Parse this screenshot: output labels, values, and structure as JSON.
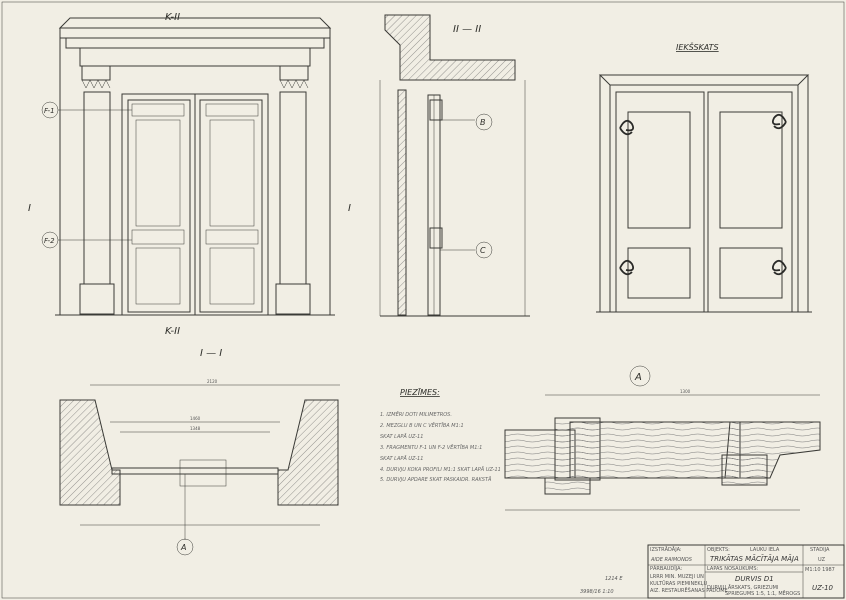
{
  "views": {
    "front_cut_label": "K-II",
    "front_cut_label_bottom": "K-II",
    "left_cut_label": "I",
    "section_title": "II — II",
    "section_cut_label": "I",
    "interior_title": "IEKŠSKATS",
    "plan_title": "I — I",
    "detail_marker": "A",
    "plan_detail_marker": "A",
    "fragment_1": "F-1",
    "fragment_2": "F-2",
    "node_b": "B",
    "node_c": "C"
  },
  "dimensions": {
    "plan_overall": "2120",
    "plan_inner": "1460",
    "plan_mid": "1348",
    "detail_width": "1300"
  },
  "notes": {
    "title": "PIEZĪMES:",
    "items": [
      "1. IZMĒRI DOTI MILIMETROS.",
      "2. MEZGLU B UN C VĒRTĪBA M1:1",
      "   SKAT LAPĀ UZ-11",
      "3. FRAGMENTU F-1 UN F-2 VĒRTĪBA M1:1",
      "   SKAT LAPĀ UZ-11",
      "4. DURVJU KOKA PROFILI M1:1 SKAT LAPĀ UZ-11",
      "5. DURVJU APDARE SKAT PASKAIDR. RAKSTĀ"
    ]
  },
  "title_block": {
    "author_label": "IZSTRĀDĀJA:",
    "author": "AIDE RAIMONDS",
    "checked_label": "PĀRBAUDĪJA:",
    "checked_lines": [
      "LRRR MIN. MUZEJI UN",
      "KULTŪRAS PIEMINEKĻU",
      "AIZ. RESTAURĒŠANAS PADOME"
    ],
    "object_label": "OBJEKTS:",
    "object_place": "LAUKU IELA",
    "object": "TRIKĀTAS MĀCĪTĀJA MĀJA",
    "sheet_name_label": "LAPAS NOSAUKUMS:",
    "sheet_name": "DURVIS D1",
    "sheet_desc": "DURVJU ĀRSKATS, GRIEZUMI",
    "sheet_desc2": "SPRIEGUMS 1:5, 1:1, MĒROGS",
    "stage_label": "STADIJA",
    "stage": "UZ",
    "date": "M1:10 1987",
    "sheet_no": "UZ-10",
    "archive_1": "1214   E",
    "archive_2": "3998/16   1:10"
  }
}
